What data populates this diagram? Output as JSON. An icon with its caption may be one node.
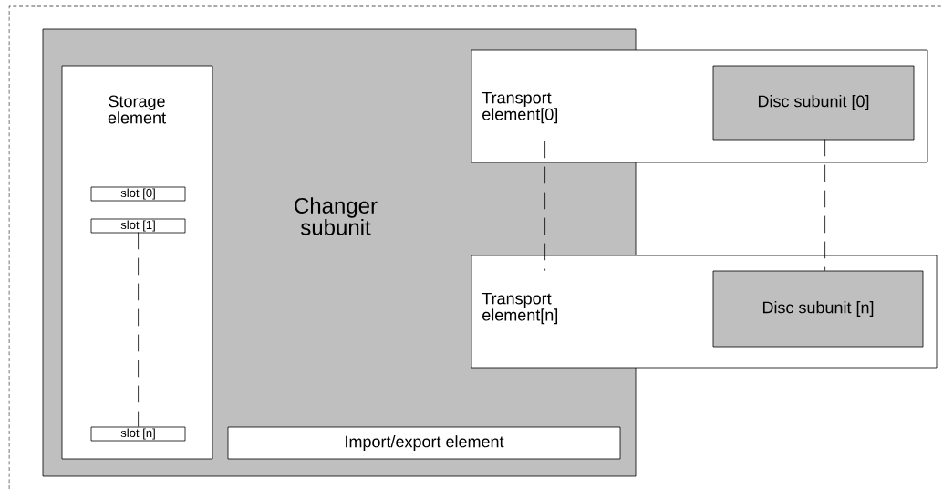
{
  "diagram": {
    "nodes": [
      {
        "text": [
          "Changer subunit"
        ]
      },
      {
        "text": [
          "Storage element"
        ],
        "in": 0
      },
      {
        "text": [
          "slot [0]"
        ],
        "in": 1
      },
      {
        "text": [
          "slot [1]"
        ],
        "in": 1
      },
      {
        "text": [
          "slot [n]"
        ],
        "in": 1
      },
      {
        "text": [
          "Import/export element"
        ],
        "in": 0
      },
      {
        "text": [
          "Transport element[0]"
        ]
      },
      {
        "text": [
          "Disc subunit [0]"
        ],
        "in": 6
      },
      {
        "text": [
          "Transport element[n]"
        ]
      },
      {
        "text": [
          "Disc subunit [n]"
        ],
        "in": 8
      }
    ],
    "edges": [
      {
        "from": 3,
        "to": 4,
        "arrow": "none",
        "style": "dashed"
      },
      {
        "from": 6,
        "to": 8,
        "arrow": "none",
        "style": "dashed"
      },
      {
        "from": 7,
        "to": 9,
        "arrow": "none",
        "style": "dashed"
      }
    ]
  }
}
